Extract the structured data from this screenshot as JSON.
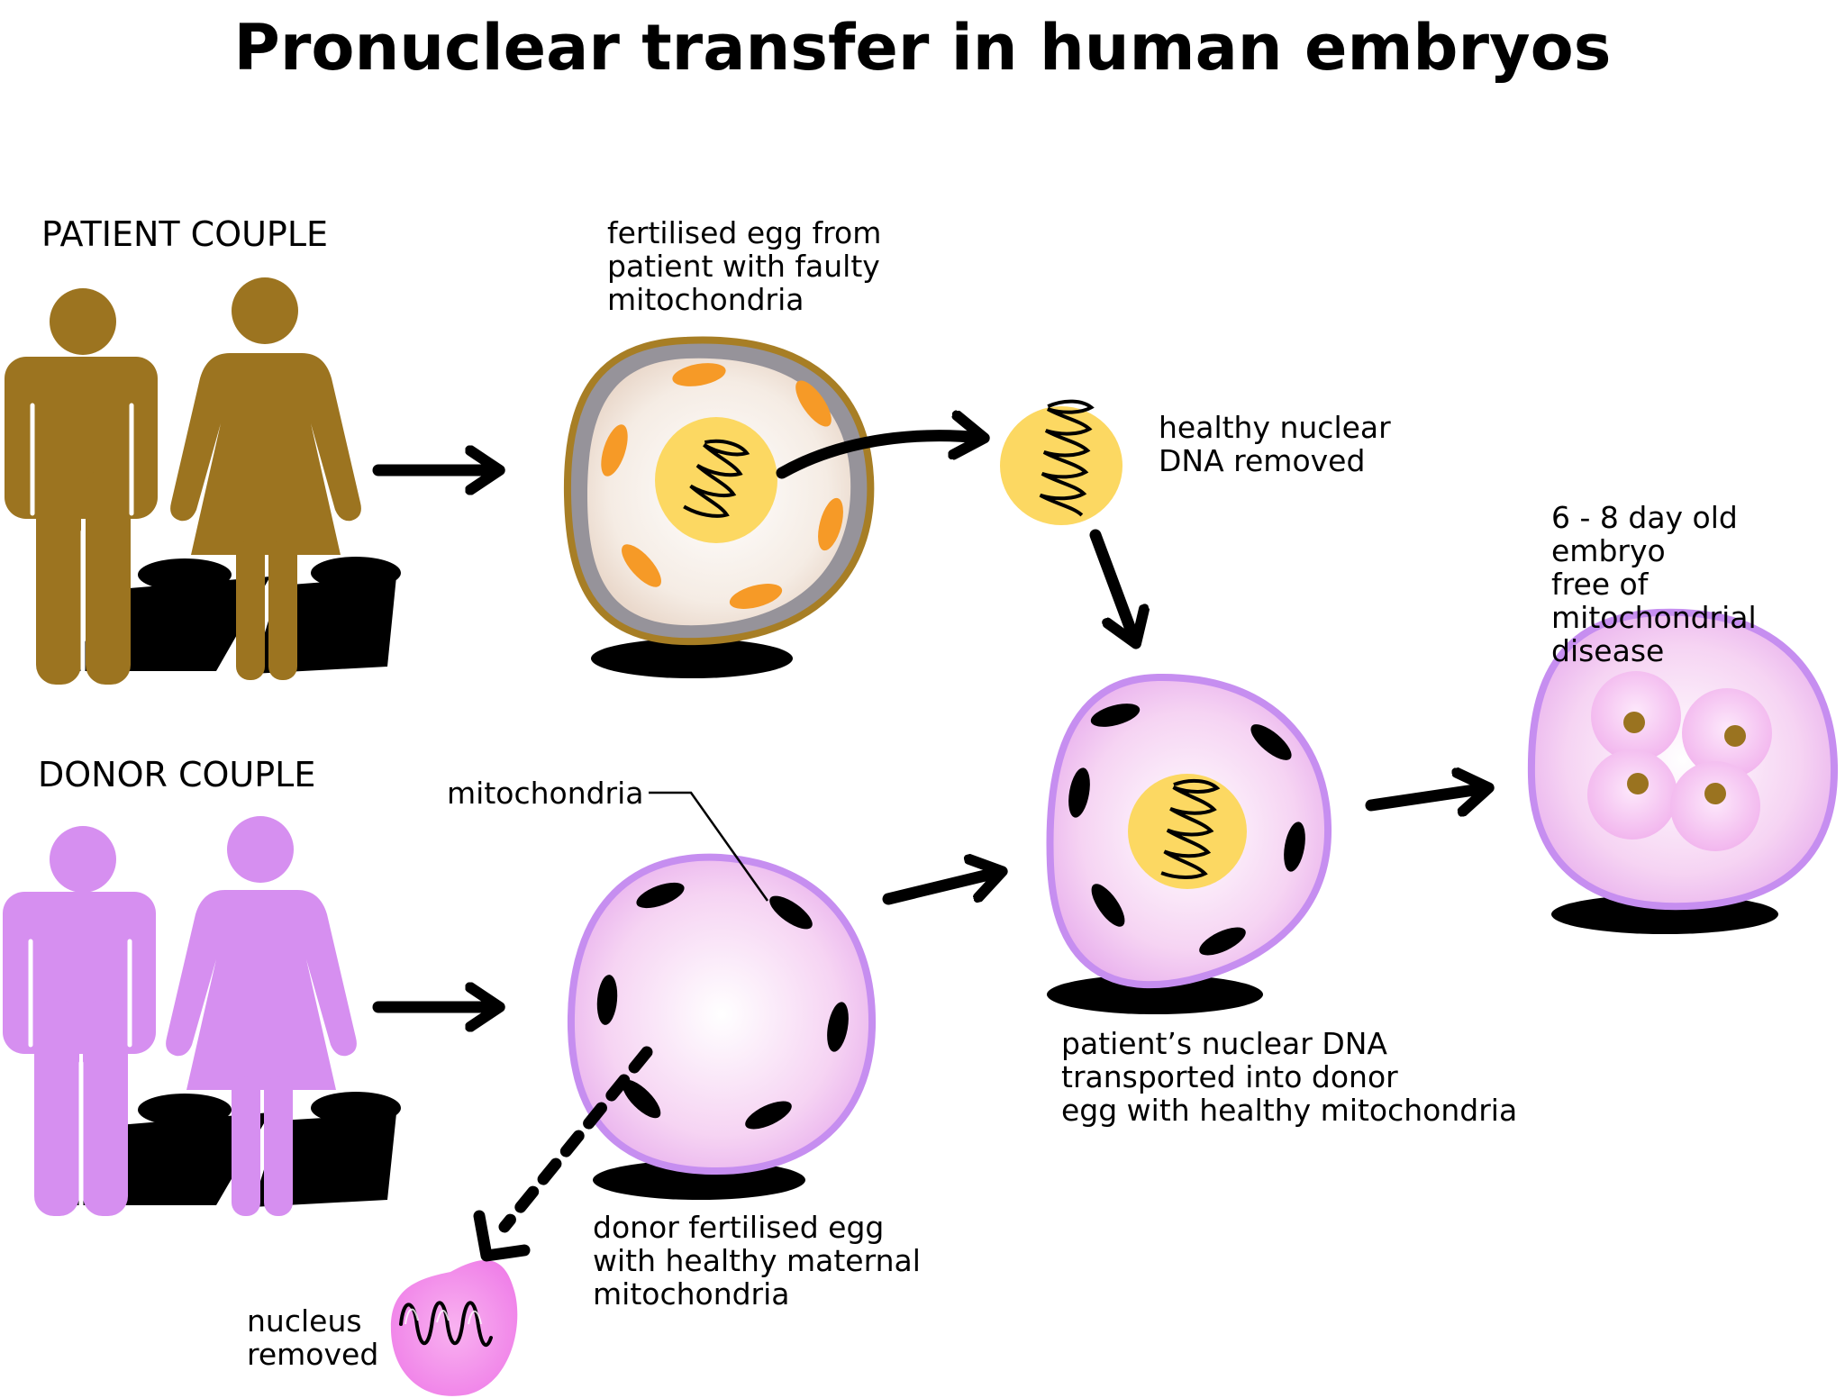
{
  "title": "Pronuclear transfer in human embryos",
  "labels": {
    "patient_couple": "PATIENT COUPLE",
    "donor_couple": "DONOR COUPLE",
    "patient_egg": "fertilised egg from\npatient with faulty\nmitochondria",
    "nuclear_removed": "healthy nuclear\nDNA removed",
    "embryo": "6 - 8 day old embryo\nfree of mitochondrial\ndisease",
    "mitochondria": "mitochondria",
    "transported": "patient’s nuclear DNA\ntransported into donor\negg with healthy mitochondria",
    "donor_egg": "donor fertilised egg\nwith healthy maternal\nmitochondria",
    "nucleus_removed": "nucleus\nremoved"
  },
  "colors": {
    "patient": "#9c7420",
    "donor": "#d68ff0",
    "patient_egg_fill": "#f7efe7",
    "patient_egg_rim": "#96939a",
    "patient_egg_border": "#a77e25",
    "faulty_mitochondria": "#f69a27",
    "nucleus_yellow": "#fcd862",
    "donor_egg_fill": "#f4cdf2",
    "donor_egg_border": "#c68ef0",
    "removed_nucleus": "#f07ee8",
    "embryo_dot": "#9a7320",
    "shadow": "#000000",
    "arrow": "#000000"
  },
  "icons": [
    "man-icon",
    "woman-icon"
  ]
}
